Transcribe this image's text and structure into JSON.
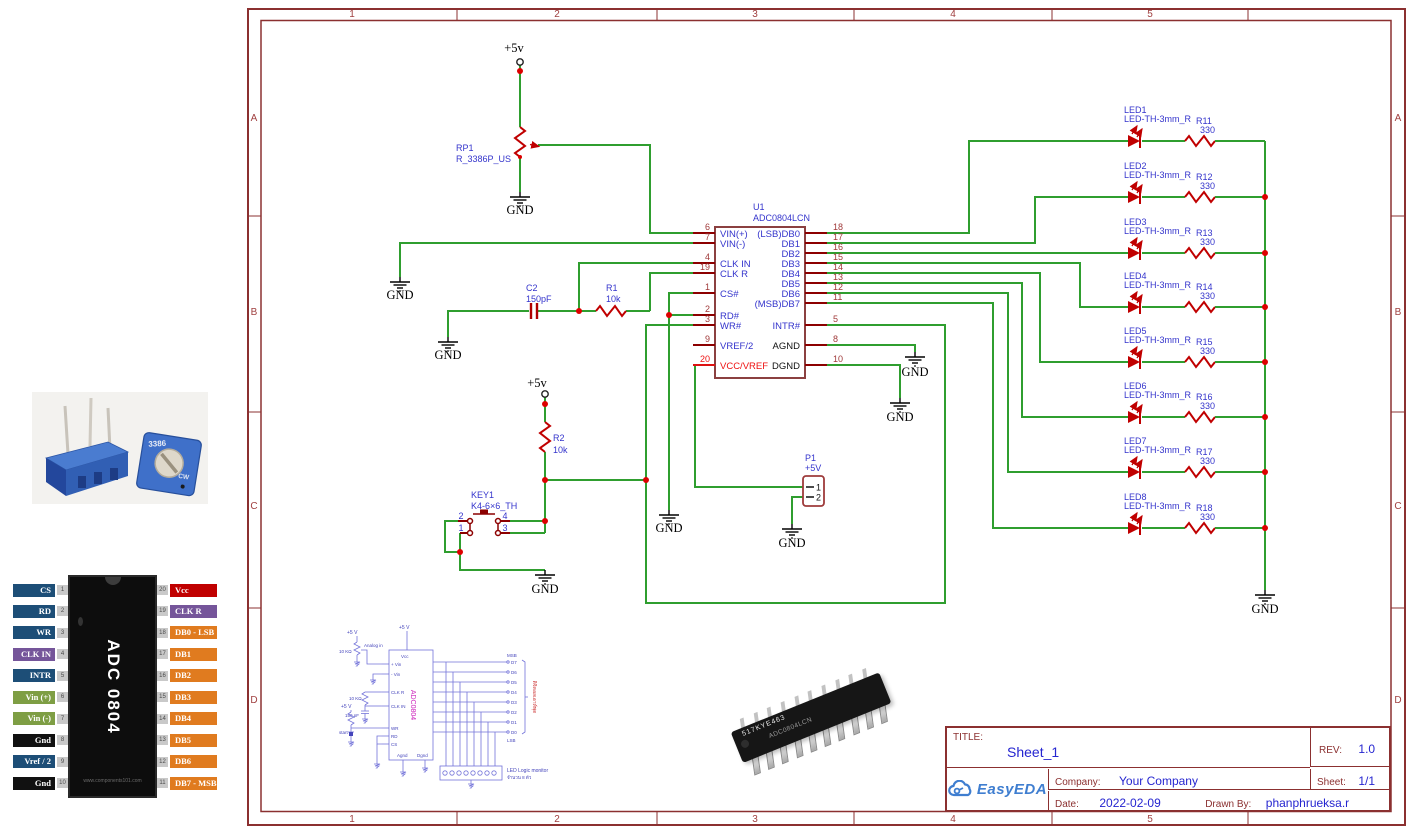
{
  "frame": {
    "cols": [
      "1",
      "2",
      "3",
      "4",
      "5"
    ],
    "rows": [
      "A",
      "B",
      "C",
      "D"
    ]
  },
  "power": {
    "v5": "+5v",
    "gnd": "GND"
  },
  "labels": {
    "rp1_ref": "RP1",
    "rp1_part": "R_3386P_US",
    "c2_ref": "C2",
    "c2_val": "150pF",
    "r1_ref": "R1",
    "r1_val": "10k",
    "r2_ref": "R2",
    "r2_val": "10k",
    "key_ref": "KEY1",
    "key_part": "K4-6×6_TH",
    "key_pins": [
      "2",
      "4",
      "1",
      "3"
    ],
    "p1_ref": "P1",
    "p1_net": "+5V",
    "p1_pins": [
      "1",
      "2"
    ]
  },
  "u1": {
    "ref": "U1",
    "part": "ADC0804LCN",
    "left": [
      {
        "num": "6",
        "name": "VIN(+)"
      },
      {
        "num": "7",
        "name": "VIN(-)"
      },
      {
        "num": "4",
        "name": "CLK IN"
      },
      {
        "num": "19",
        "name": "CLK R"
      },
      {
        "num": "1",
        "name": "CS#"
      },
      {
        "num": "2",
        "name": "RD#"
      },
      {
        "num": "3",
        "name": "WR#"
      },
      {
        "num": "9",
        "name": "VREF/2"
      },
      {
        "num": "20",
        "name": "VCC/VREF"
      }
    ],
    "right": [
      {
        "num": "18",
        "name": "(LSB)DB0"
      },
      {
        "num": "17",
        "name": "DB1"
      },
      {
        "num": "16",
        "name": "DB2"
      },
      {
        "num": "15",
        "name": "DB3"
      },
      {
        "num": "14",
        "name": "DB4"
      },
      {
        "num": "13",
        "name": "DB5"
      },
      {
        "num": "12",
        "name": "DB6"
      },
      {
        "num": "11",
        "name": "(MSB)DB7"
      },
      {
        "num": "5",
        "name": "INTR#"
      },
      {
        "num": "8",
        "name": "AGND"
      },
      {
        "num": "10",
        "name": "DGND"
      }
    ]
  },
  "leds": [
    {
      "ref": "LED1",
      "part": "LED-TH-3mm_R",
      "res_ref": "R11",
      "res_val": "330"
    },
    {
      "ref": "LED2",
      "part": "LED-TH-3mm_R",
      "res_ref": "R12",
      "res_val": "330"
    },
    {
      "ref": "LED3",
      "part": "LED-TH-3mm_R",
      "res_ref": "R13",
      "res_val": "330"
    },
    {
      "ref": "LED4",
      "part": "LED-TH-3mm_R",
      "res_ref": "R14",
      "res_val": "330"
    },
    {
      "ref": "LED5",
      "part": "LED-TH-3mm_R",
      "res_ref": "R15",
      "res_val": "330"
    },
    {
      "ref": "LED6",
      "part": "LED-TH-3mm_R",
      "res_ref": "R16",
      "res_val": "330"
    },
    {
      "ref": "LED7",
      "part": "LED-TH-3mm_R",
      "res_ref": "R17",
      "res_val": "330"
    },
    {
      "ref": "LED8",
      "part": "LED-TH-3mm_R",
      "res_ref": "R18",
      "res_val": "330"
    }
  ],
  "mini": {
    "v5": "+5 V",
    "analog_in": "Analog in",
    "r10k": "10 KΩ",
    "clkr": "CLK R",
    "clkin": "CLK IN",
    "cap": "150 pF",
    "start": "start",
    "ic": "ADC0804",
    "vcc": "Vcc",
    "agnd": "Agnd",
    "dgnd": "Dgnd",
    "msb": "MSB",
    "lsb": "LSB",
    "monitor1": "LED Logic monitor",
    "monitor2": "จำนวน 8 ตัว",
    "side": "ดิจิตอลเอาท์พุต",
    "vin_p": "+ Vin",
    "vin_m": "- Vin",
    "wr": "WR",
    "rd": "RD",
    "cs": "CS",
    "d": [
      "D7",
      "D6",
      "D5",
      "D4",
      "D3",
      "D2",
      "D1",
      "D0"
    ]
  },
  "dip": {
    "line1": "517KYE463",
    "line2": "ADC0804LCN"
  },
  "pot": {
    "marking": "3386",
    "cw": "CW"
  },
  "sidebar": {
    "pinout": {
      "chip": "ADC 0804",
      "watermark": "www.components101.com",
      "rows": [
        {
          "ln": "1",
          "ll": "CS",
          "lc": "#1d4e77",
          "rn": "20",
          "rl": "Vcc",
          "rc": "#c00000"
        },
        {
          "ln": "2",
          "ll": "RD",
          "lc": "#1d4e77",
          "rn": "19",
          "rl": "CLK R",
          "rc": "#75559a"
        },
        {
          "ln": "3",
          "ll": "WR",
          "lc": "#1d4e77",
          "rn": "18",
          "rl": "DB0 - LSB",
          "rc": "#e07b1f"
        },
        {
          "ln": "4",
          "ll": "CLK IN",
          "lc": "#75559a",
          "rn": "17",
          "rl": "DB1",
          "rc": "#e07b1f"
        },
        {
          "ln": "5",
          "ll": "INTR",
          "lc": "#1d4e77",
          "rn": "16",
          "rl": "DB2",
          "rc": "#e07b1f"
        },
        {
          "ln": "6",
          "ll": "Vin (+)",
          "lc": "#7e9e44",
          "rn": "15",
          "rl": "DB3",
          "rc": "#e07b1f"
        },
        {
          "ln": "7",
          "ll": "Vin (-)",
          "lc": "#7e9e44",
          "rn": "14",
          "rl": "DB4",
          "rc": "#e07b1f"
        },
        {
          "ln": "8",
          "ll": "Gnd",
          "lc": "#111111",
          "rn": "13",
          "rl": "DB5",
          "rc": "#e07b1f"
        },
        {
          "ln": "9",
          "ll": "Vref / 2",
          "lc": "#1d4e77",
          "rn": "12",
          "rl": "DB6",
          "rc": "#e07b1f"
        },
        {
          "ln": "10",
          "ll": "Gnd",
          "lc": "#111111",
          "rn": "11",
          "rl": "DB7 - MSB",
          "rc": "#e07b1f"
        }
      ]
    }
  },
  "titleblock": {
    "title_label": "TITLE:",
    "title": "Sheet_1",
    "rev_label": "REV:",
    "rev": "1.0",
    "logo": "EasyEDA",
    "company_label": "Company:",
    "company": "Your Company",
    "sheet_label": "Sheet:",
    "sheet": "1/1",
    "date_label": "Date:",
    "date": "2022-02-09",
    "drawn_label": "Drawn By:",
    "drawn": "phanphrueksa.r"
  }
}
